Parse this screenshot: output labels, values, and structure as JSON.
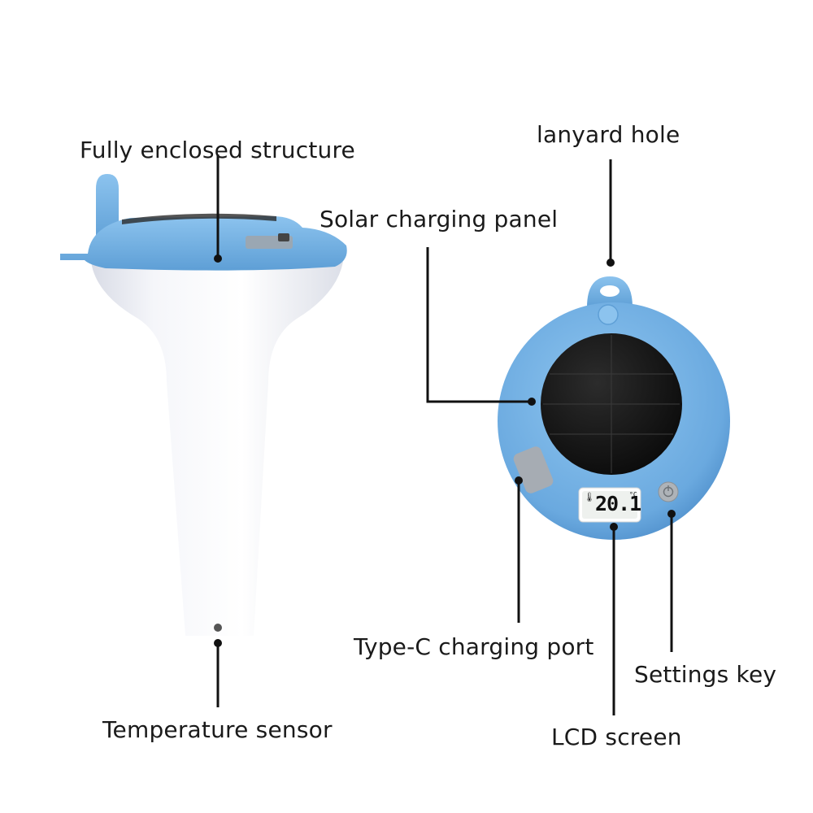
{
  "labels": {
    "enclosed_structure": "Fully enclosed structure",
    "temperature_sensor": "Temperature sensor",
    "lanyard_hole": "lanyard hole",
    "solar_panel": "Solar charging panel",
    "type_c_port": "Type-C charging port",
    "settings_key": "Settings key",
    "lcd_screen": "LCD screen"
  },
  "lcd": {
    "value": "20.1",
    "unit": "°C"
  },
  "colors": {
    "device_blue": "#7db9e8",
    "device_blue_dark": "#5a9bd4",
    "body_white": "#f3f4f8",
    "solar_black": "#161616",
    "leader_line": "#111111",
    "lcd_background": "#eef1ee"
  },
  "icons": {
    "lcd_probe": "thermometer-probe-icon",
    "settings": "power-button-icon"
  }
}
